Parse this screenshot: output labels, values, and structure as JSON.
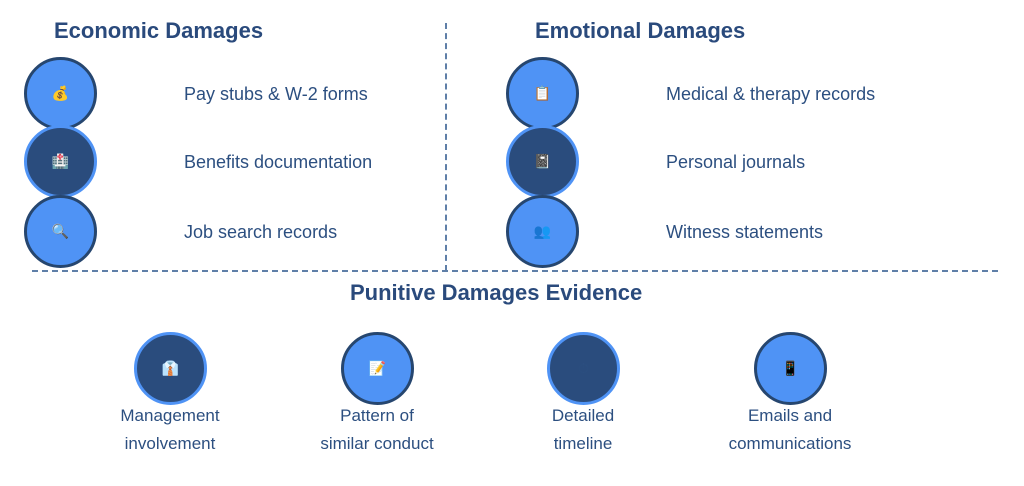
{
  "sections": {
    "economic": {
      "title": "Economic Damages",
      "items": [
        {
          "label": "Pay stubs & W-2 forms",
          "icon": "money-bag-icon",
          "glyph": "💰",
          "style": "light"
        },
        {
          "label": "Benefits documentation",
          "icon": "hospital-icon",
          "glyph": "🏥",
          "style": "dark"
        },
        {
          "label": "Job search records",
          "icon": "magnifying-glass-icon",
          "glyph": "🔍",
          "style": "light"
        }
      ]
    },
    "emotional": {
      "title": "Emotional Damages",
      "items": [
        {
          "label": "Medical & therapy records",
          "icon": "clipboard-icon",
          "glyph": "📋",
          "style": "light"
        },
        {
          "label": "Personal journals",
          "icon": "notebook-icon",
          "glyph": "📓",
          "style": "dark"
        },
        {
          "label": "Witness statements",
          "icon": "people-icon",
          "glyph": "👥",
          "style": "light"
        }
      ]
    },
    "punitive": {
      "title": "Punitive Damages Evidence",
      "items": [
        {
          "line1": "Management",
          "line2": "involvement",
          "icon": "businessperson-icon",
          "glyph": "👔",
          "style": "dark"
        },
        {
          "line1": "Pattern of",
          "line2": "similar conduct",
          "icon": "memo-icon",
          "glyph": "📝",
          "style": "light"
        },
        {
          "line1": "Detailed",
          "line2": "timeline",
          "icon": "stopwatch-icon",
          "glyph": "⏱",
          "style": "dark"
        },
        {
          "line1": "Emails and",
          "line2": "communications",
          "icon": "mobile-phone-icon",
          "glyph": "📱",
          "style": "light"
        }
      ]
    }
  },
  "colors": {
    "heading": "#2a4a7c",
    "text": "#2c4f80",
    "light_fill": "#4f93f5",
    "dark_fill": "#2a4c7d",
    "divider": "#5f7fa8"
  }
}
